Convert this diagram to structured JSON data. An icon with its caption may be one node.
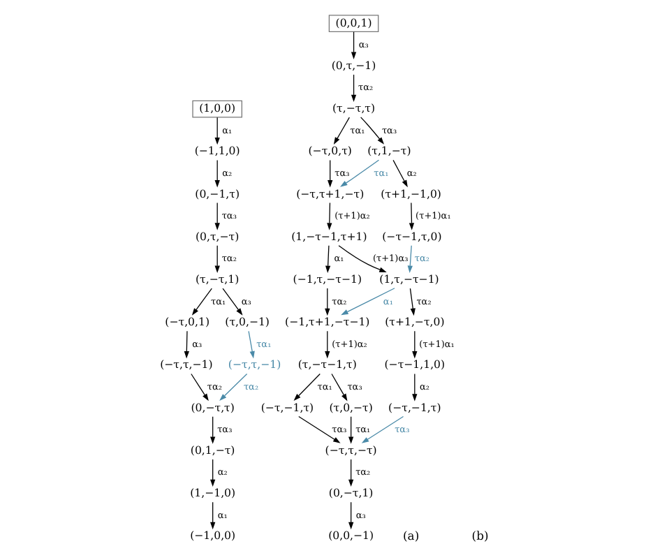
{
  "diagram": {
    "nodes": [
      {
        "text": [
          "(1,0,0)"
        ]
      },
      {
        "text": [
          "(−1,1,0)"
        ]
      },
      {
        "text": [
          "(0,−1,τ)"
        ]
      },
      {
        "text": [
          "(0,τ,−τ)"
        ]
      },
      {
        "text": [
          "(τ,−τ,1)"
        ]
      },
      {
        "text": [
          "(−τ,0,1)"
        ]
      },
      {
        "text": [
          "(τ,0,−1)"
        ]
      },
      {
        "text": [
          "(−τ,τ,−1)"
        ]
      },
      {
        "text": [
          "(−τ,τ,−1)"
        ]
      },
      {
        "text": [
          "(0,−τ,τ)"
        ]
      },
      {
        "text": [
          "(0,1,−τ)"
        ]
      },
      {
        "text": [
          "(1,−1,0)"
        ]
      },
      {
        "text": [
          "(−1,0,0)"
        ]
      },
      {
        "text": [
          "(0,0,1)"
        ]
      },
      {
        "text": [
          "(0,τ,−1)"
        ]
      },
      {
        "text": [
          "(τ,−τ,τ)"
        ]
      },
      {
        "text": [
          "(−τ,0,τ)"
        ]
      },
      {
        "text": [
          "(τ,1,−τ)"
        ]
      },
      {
        "text": [
          "(−τ,τ+1,−τ)"
        ]
      },
      {
        "text": [
          "(τ+1,−1,0)"
        ]
      },
      {
        "text": [
          "(1,−τ−1,τ+1)"
        ]
      },
      {
        "text": [
          "(−τ−1,τ,0)"
        ]
      },
      {
        "text": [
          "(−1,τ,−τ−1)"
        ]
      },
      {
        "text": [
          "(1,τ,−τ−1)"
        ]
      },
      {
        "text": [
          "(−1,τ+1,−τ−1)"
        ]
      },
      {
        "text": [
          "(τ+1,−τ,0)"
        ]
      },
      {
        "text": [
          "(τ,−τ−1,τ)"
        ]
      },
      {
        "text": [
          "(−τ−1,1,0)"
        ]
      },
      {
        "text": [
          "(−τ,−1,τ)"
        ]
      },
      {
        "text": [
          "(τ,0,−τ)"
        ]
      },
      {
        "text": [
          "(−τ,−1,τ)"
        ]
      },
      {
        "text": [
          "(−τ,τ,−τ)"
        ]
      },
      {
        "text": [
          "(0,−τ,1)"
        ]
      },
      {
        "text": [
          "(0,0,−1)"
        ]
      }
    ],
    "edges": [
      {
        "from": 0,
        "to": 1,
        "arrow": "to",
        "label": "α₁"
      },
      {
        "from": 1,
        "to": 2,
        "arrow": "to",
        "label": "α₂"
      },
      {
        "from": 2,
        "to": 3,
        "arrow": "to",
        "label": "τα₃"
      },
      {
        "from": 3,
        "to": 4,
        "arrow": "to",
        "label": "τα₂"
      },
      {
        "from": 4,
        "to": 5,
        "arrow": "to",
        "label": "τα₁"
      },
      {
        "from": 4,
        "to": 6,
        "arrow": "to",
        "label": "α₃"
      },
      {
        "from": 5,
        "to": 7,
        "arrow": "to",
        "label": "α₃"
      },
      {
        "from": 6,
        "to": 8,
        "arrow": "to",
        "label": "τα₁",
        "color": "#4a8aa8"
      },
      {
        "from": 7,
        "to": 9,
        "arrow": "to",
        "label": "τα₂"
      },
      {
        "from": 8,
        "to": 9,
        "arrow": "to",
        "label": "τα₂",
        "color": "#4a8aa8"
      },
      {
        "from": 9,
        "to": 10,
        "arrow": "to",
        "label": "τα₃"
      },
      {
        "from": 10,
        "to": 11,
        "arrow": "to",
        "label": "α₂"
      },
      {
        "from": 11,
        "to": 12,
        "arrow": "to",
        "label": "α₁"
      },
      {
        "from": 13,
        "to": 14,
        "arrow": "to",
        "label": "α₃"
      },
      {
        "from": 14,
        "to": 15,
        "arrow": "to",
        "label": "τα₂"
      },
      {
        "from": 15,
        "to": 16,
        "arrow": "to",
        "label": "τα₁"
      },
      {
        "from": 15,
        "to": 17,
        "arrow": "to",
        "label": "τα₃"
      },
      {
        "from": 16,
        "to": 18,
        "arrow": "to",
        "label": "τα₃"
      },
      {
        "from": 17,
        "to": 18,
        "arrow": "to",
        "label": "τα₁",
        "color": "#4a8aa8"
      },
      {
        "from": 17,
        "to": 19,
        "arrow": "to",
        "label": "α₂"
      },
      {
        "from": 18,
        "to": 20,
        "arrow": "to",
        "label": "(τ+1)α₂"
      },
      {
        "from": 19,
        "to": 21,
        "arrow": "to",
        "label": "(τ+1)α₁"
      },
      {
        "from": 20,
        "to": 22,
        "arrow": "to",
        "label": "α₁"
      },
      {
        "from": 20,
        "to": 23,
        "arrow": "to",
        "label": "(τ+1)α₃"
      },
      {
        "from": 21,
        "to": 23,
        "arrow": "to",
        "label": "τα₂",
        "color": "#4a8aa8"
      },
      {
        "from": 22,
        "to": 24,
        "arrow": "to",
        "label": "τα₂"
      },
      {
        "from": 23,
        "to": 24,
        "arrow": "to",
        "label": "α₁",
        "color": "#4a8aa8"
      },
      {
        "from": 23,
        "to": 25,
        "arrow": "to",
        "label": "τα₂"
      },
      {
        "from": 24,
        "to": 26,
        "arrow": "to",
        "label": "(τ+1)α₂"
      },
      {
        "from": 25,
        "to": 27,
        "arrow": "to",
        "label": "(τ+1)α₁"
      },
      {
        "from": 26,
        "to": 28,
        "arrow": "to",
        "label": "τα₁"
      },
      {
        "from": 26,
        "to": 29,
        "arrow": "to",
        "label": "τα₃"
      },
      {
        "from": 27,
        "to": 30,
        "arrow": "to",
        "label": "α₂"
      },
      {
        "from": 28,
        "to": 31,
        "arrow": "to",
        "label": "τα₃"
      },
      {
        "from": 29,
        "to": 31,
        "arrow": "to",
        "label": "τα₁"
      },
      {
        "from": 30,
        "to": 31,
        "arrow": "to",
        "label": "τα₃",
        "color": "#4a8aa8"
      },
      {
        "from": 31,
        "to": 32,
        "arrow": "to",
        "label": "τα₂"
      },
      {
        "from": 32,
        "to": 33,
        "arrow": "to",
        "label": "α₃"
      }
    ],
    "labels": [
      "(a)",
      "(b)"
    ]
  }
}
